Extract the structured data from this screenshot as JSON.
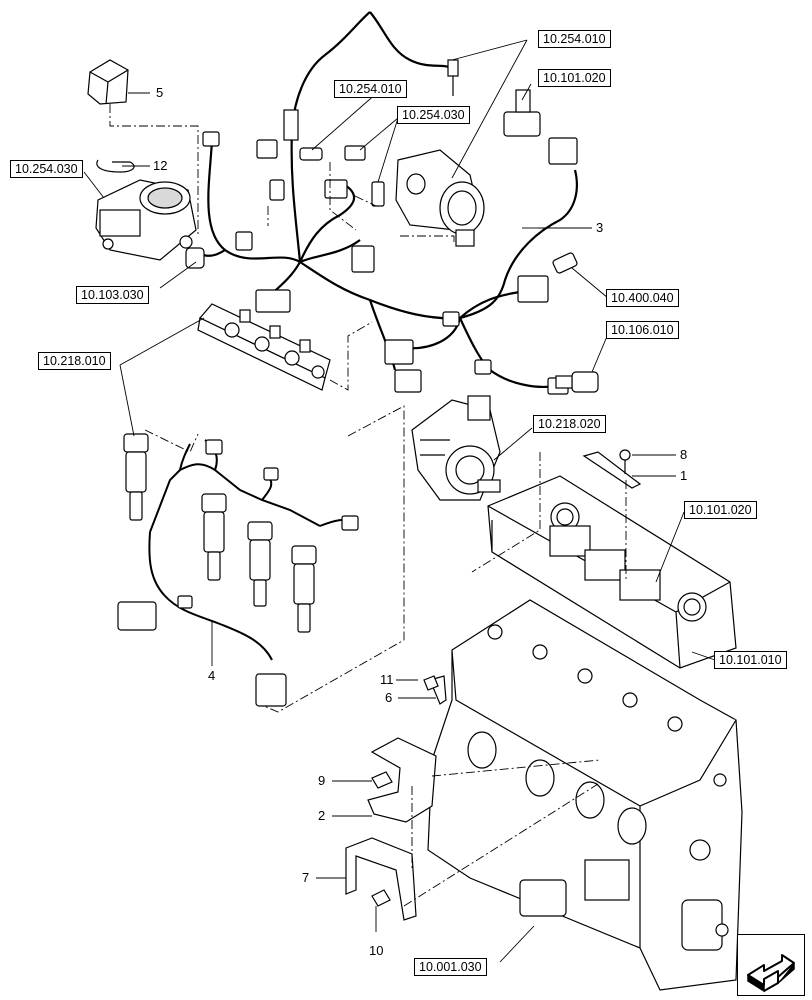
{
  "refs": {
    "r1": "10.254.010",
    "r2": "10.101.020",
    "r3": "10.254.010",
    "r4": "10.254.030",
    "r5": "10.254.030",
    "r6": "10.103.030",
    "r7": "10.400.040",
    "r8": "10.106.010",
    "r9": "10.218.010",
    "r10": "10.218.020",
    "r11": "10.101.020",
    "r12": "10.101.010",
    "r13": "10.001.030"
  },
  "callouts": {
    "c1": "1",
    "c2": "2",
    "c3": "3",
    "c4": "4",
    "c5": "5",
    "c6": "6",
    "c7": "7",
    "c8": "8",
    "c9": "9",
    "c10": "10",
    "c11": "11",
    "c12": "12"
  },
  "icons": {
    "nav": "next-page-arrow-icon"
  },
  "colors": {
    "line": "#000000",
    "background": "#ffffff",
    "shade": "#d9d9d9"
  }
}
